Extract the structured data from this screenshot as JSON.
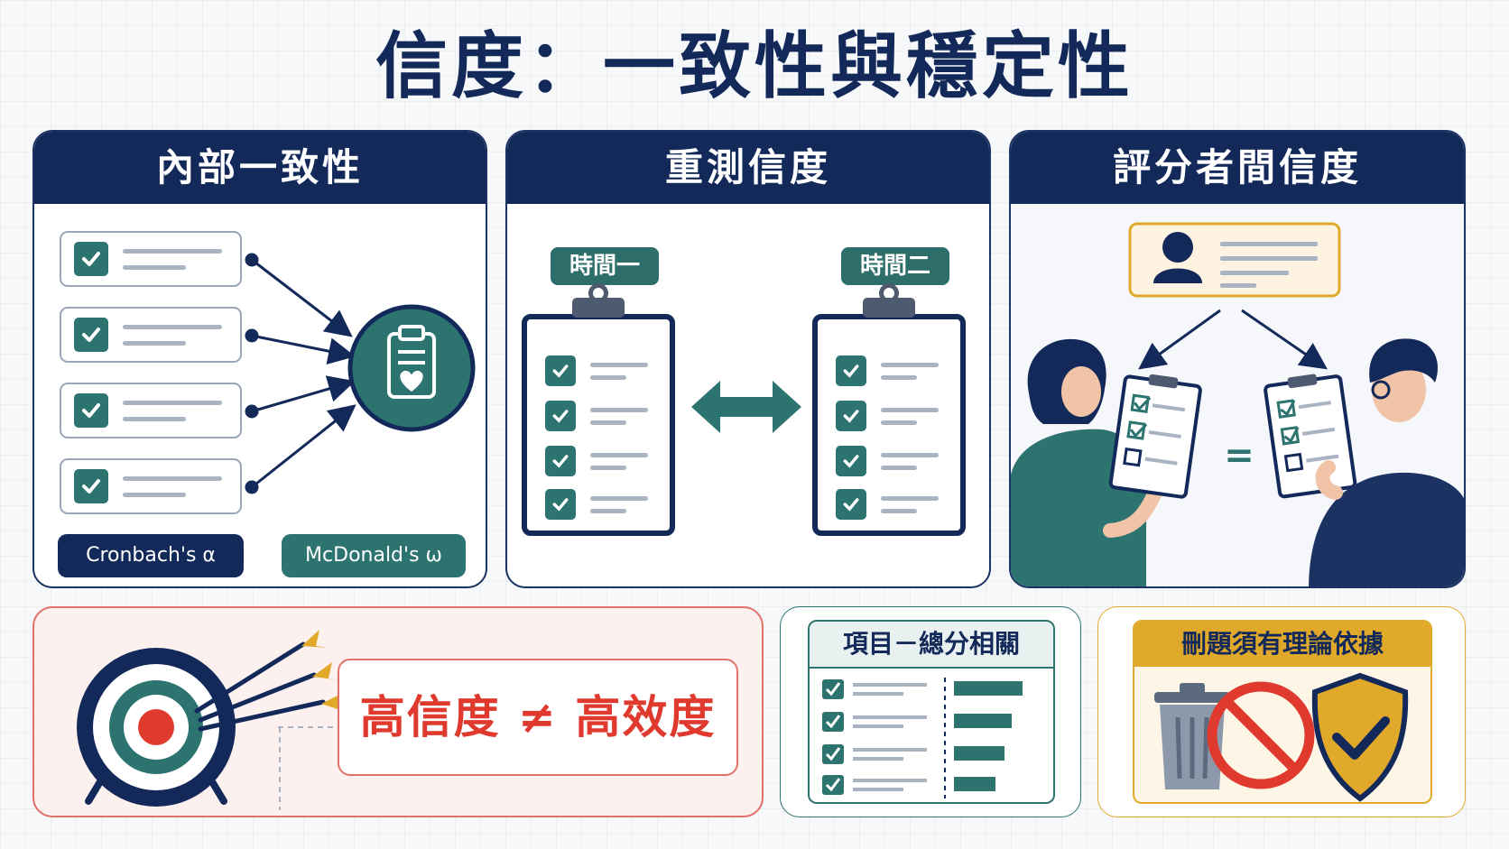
{
  "title": "信度：一致性與穩定性",
  "panels": {
    "internal": {
      "header": "內部一致性",
      "badge_alpha": "Cronbach's α",
      "badge_omega": "McDonald's ω"
    },
    "retest": {
      "header": "重測信度",
      "time1": "時間一",
      "time2": "時間二"
    },
    "rater": {
      "header": "評分者間信度",
      "equals": "="
    }
  },
  "bottom": {
    "validity_note": "高信度 ≠ 高效度",
    "item_total": {
      "header": "項目－總分相關"
    },
    "deletion": {
      "header": "刪題須有理論依據"
    }
  },
  "colors": {
    "navy": "#13295a",
    "teal": "#2d7470",
    "red": "#e03a2e",
    "gold": "#e0a92a"
  },
  "icons": [
    "checkbox-icon",
    "clipboard-heart-icon",
    "double-arrow-icon",
    "user-profile-icon",
    "target-icon",
    "arrows-icon",
    "trash-can-icon",
    "prohibited-icon",
    "shield-check-icon"
  ]
}
